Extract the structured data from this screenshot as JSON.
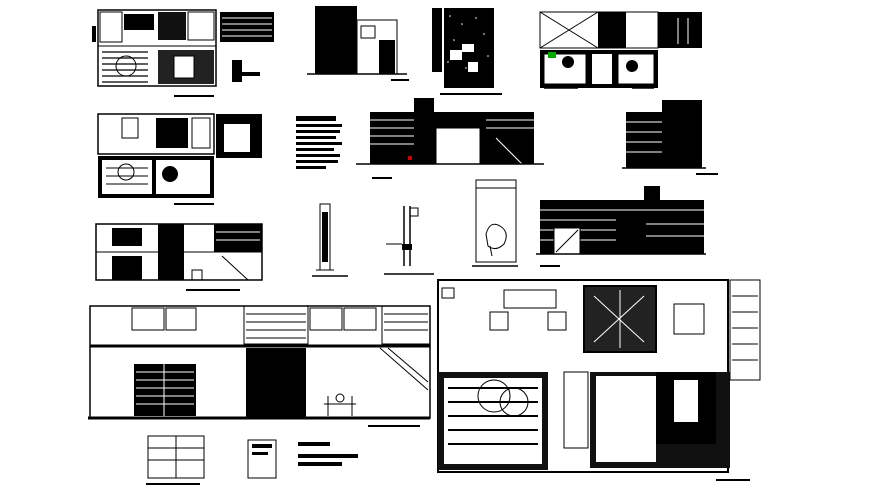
{
  "sheet": {
    "background": "#ffffff",
    "ink": "#000000",
    "accent": "#cc0000",
    "highlight": "#00aa00"
  },
  "drawings": [
    {
      "id": "plan-ground",
      "kind": "floor-plan"
    },
    {
      "id": "section-a",
      "kind": "section"
    },
    {
      "id": "plan-b",
      "kind": "floor-plan"
    },
    {
      "id": "plan-c",
      "kind": "floor-plan"
    },
    {
      "id": "plan-upper",
      "kind": "floor-plan"
    },
    {
      "id": "notes-block",
      "kind": "notes"
    },
    {
      "id": "elevation-front",
      "kind": "elevation"
    },
    {
      "id": "elevation-side",
      "kind": "elevation"
    },
    {
      "id": "section-b",
      "kind": "section"
    },
    {
      "id": "detail-column",
      "kind": "detail"
    },
    {
      "id": "detail-wall",
      "kind": "detail"
    },
    {
      "id": "detail-chair",
      "kind": "detail"
    },
    {
      "id": "elevation-rear",
      "kind": "elevation"
    },
    {
      "id": "section-large",
      "kind": "section"
    },
    {
      "id": "plan-large",
      "kind": "floor-plan"
    },
    {
      "id": "legend-block",
      "kind": "legend"
    }
  ]
}
